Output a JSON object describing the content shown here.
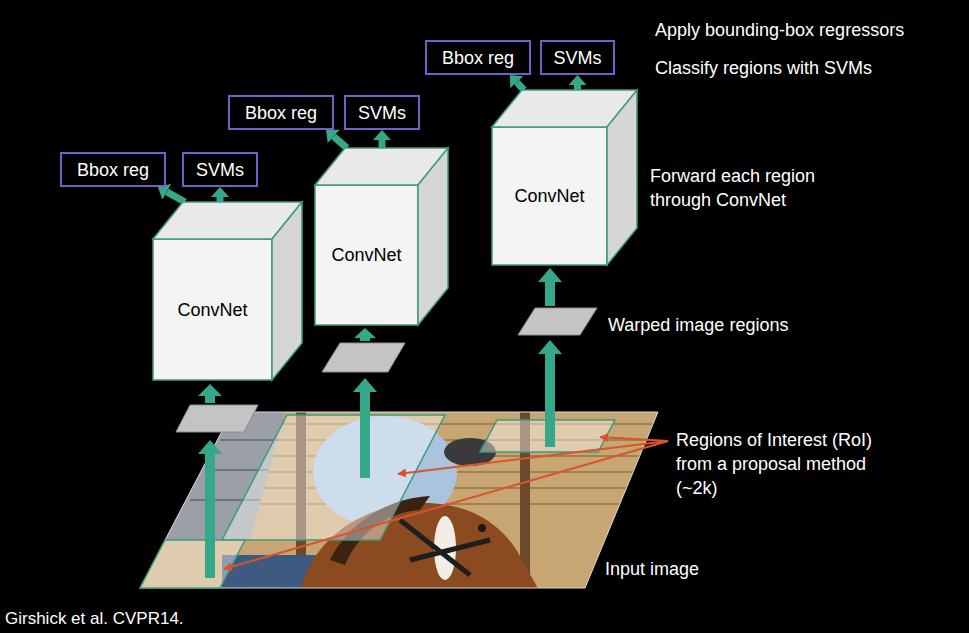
{
  "diagram": {
    "nodes": [
      {
        "text": [
          "Bbox reg"
        ]
      },
      {
        "text": [
          "SVMs"
        ]
      },
      {
        "text": [
          "Bbox reg"
        ]
      },
      {
        "text": [
          "SVMs"
        ]
      },
      {
        "text": [
          "Bbox reg"
        ]
      },
      {
        "text": [
          "SVMs"
        ]
      },
      {
        "text": [
          "ConvNet"
        ]
      },
      {
        "text": [
          "ConvNet"
        ]
      },
      {
        "text": [
          "ConvNet"
        ]
      }
    ],
    "edges": [
      {
        "from": 8,
        "to": 4,
        "arrow": "to"
      },
      {
        "from": 8,
        "to": 5,
        "arrow": "to"
      },
      {
        "from": 7,
        "to": 2,
        "arrow": "to"
      },
      {
        "from": 7,
        "to": 3,
        "arrow": "to"
      },
      {
        "from": 6,
        "to": 0,
        "arrow": "to"
      },
      {
        "from": 6,
        "to": 1,
        "arrow": "to"
      }
    ],
    "labels": [
      "Apply bounding-box regressors",
      "Classify regions with SVMs",
      "Forward each region through ConvNet",
      "Warped image regions",
      "Regions of Interest (RoI) from a proposal method (~2k)",
      "Input image",
      "Girshick et al. CVPR14."
    ]
  }
}
